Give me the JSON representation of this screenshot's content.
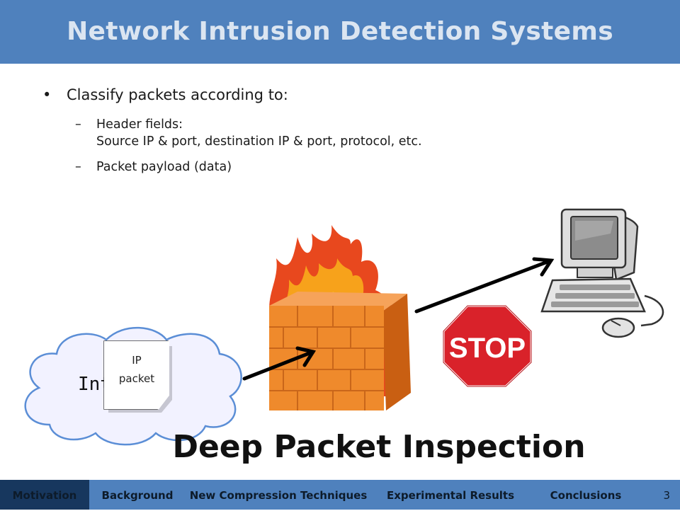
{
  "title": "Network Intrusion Detection Systems",
  "bullets": {
    "main": "Classify packets according to:",
    "sub1_line1": "Header fields:",
    "sub1_line2": "Source IP & port, destination IP & port, protocol, etc.",
    "sub2": "Packet payload (data)",
    "bullet_symbol": "•",
    "dash_symbol": "–"
  },
  "diagram": {
    "cloud_label": "Internet",
    "packet_line1": "IP",
    "packet_line2": "packet",
    "stop_sign": "STOP",
    "caption": "Deep Packet Inspection"
  },
  "nav": {
    "items": [
      "Motivation",
      "Background",
      "New Compression Techniques",
      "Experimental Results",
      "Conclusions"
    ],
    "active": "Motivation",
    "page": "3"
  },
  "colors": {
    "title_bar": "#4f81bd",
    "title_text": "#dbe5f1",
    "nav_active": "#17375e",
    "stop_red": "#d9222a",
    "brick_orange": "#f08a2a"
  }
}
